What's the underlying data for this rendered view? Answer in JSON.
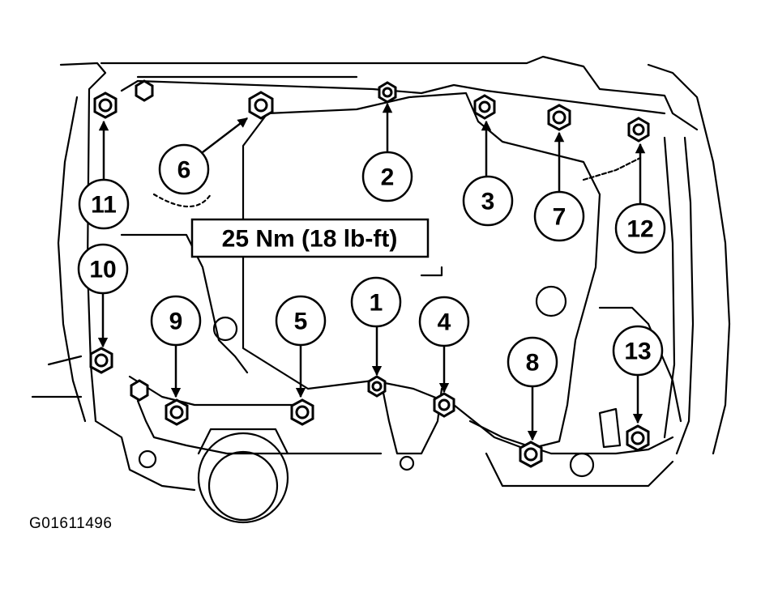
{
  "diagram": {
    "torque_spec": "25 Nm (18 lb-ft)",
    "figure_code": "G01611496",
    "bolt_labels": [
      "1",
      "2",
      "3",
      "4",
      "5",
      "6",
      "7",
      "8",
      "9",
      "10",
      "11",
      "12",
      "13"
    ],
    "colors": {
      "ink": "#000000",
      "background": "#ffffff"
    }
  }
}
